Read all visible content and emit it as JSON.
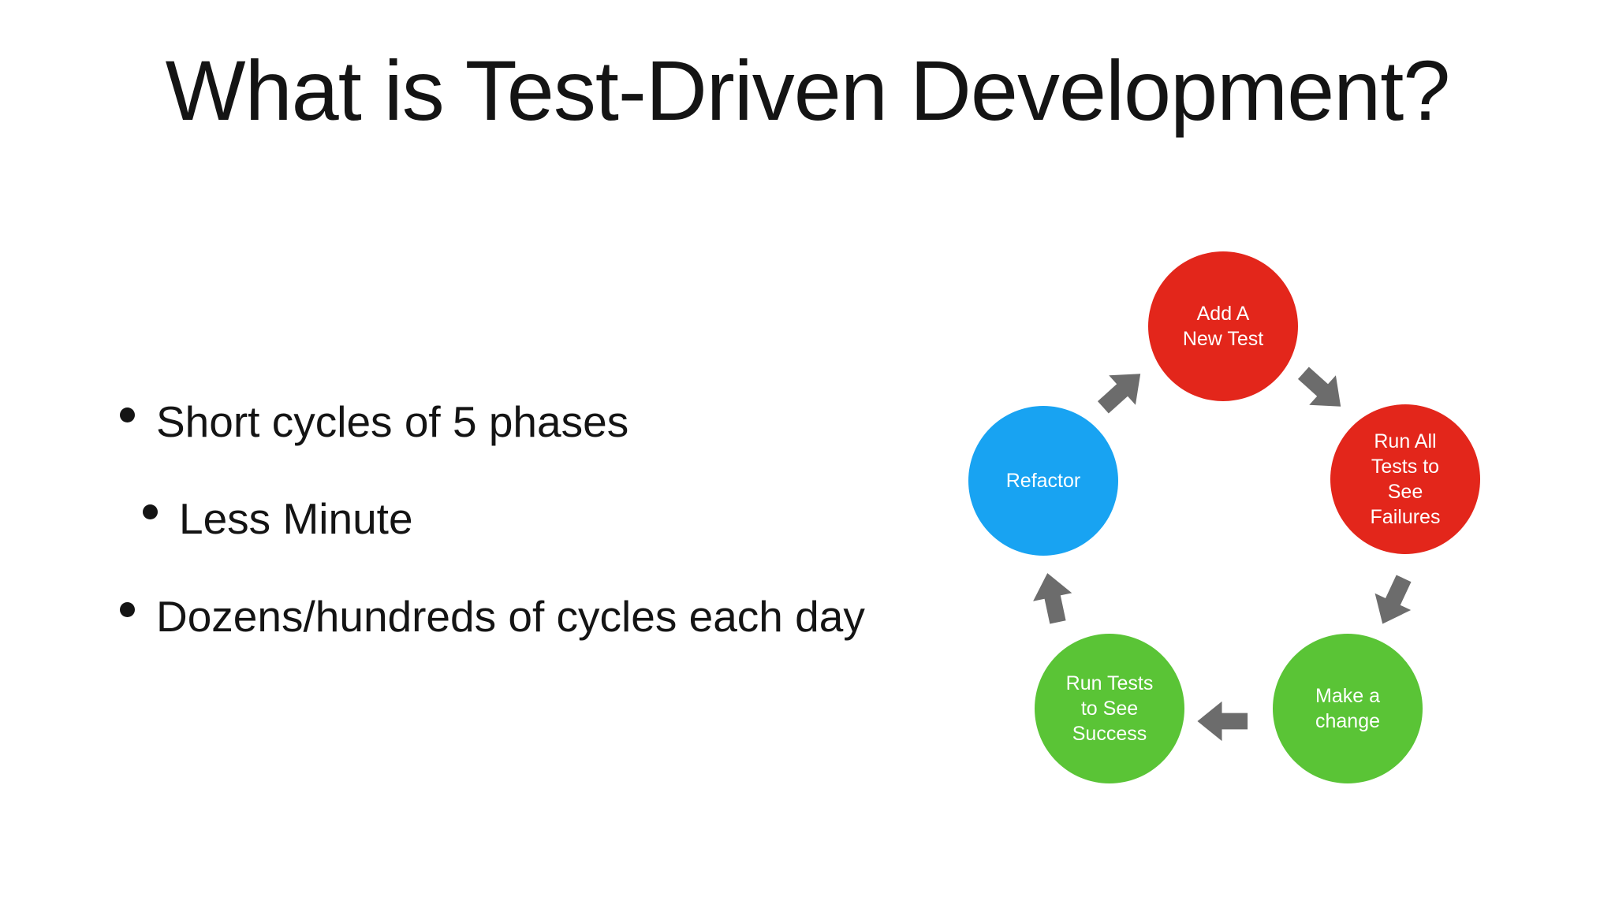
{
  "slide": {
    "title": "What is Test-Driven Development?",
    "bullets": [
      {
        "level": 0,
        "text": "Short cycles of 5 phases"
      },
      {
        "level": 1,
        "text": "Less Minute"
      },
      {
        "level": 0,
        "text": "Dozens/hundreds of cycles each day"
      }
    ]
  },
  "diagram": {
    "arrow_color": "#6c6c6c",
    "node_text_color": "#ffffff",
    "nodes": [
      {
        "id": "add-a-new-test",
        "label": "Add A\nNew Test",
        "color": "#e3261b"
      },
      {
        "id": "run-all-tests-to-see-failures",
        "label": "Run All\nTests to\nSee\nFailures",
        "color": "#e3261b"
      },
      {
        "id": "make-a-change",
        "label": "Make a\nchange",
        "color": "#5ac436"
      },
      {
        "id": "run-tests-to-see-success",
        "label": "Run Tests\nto See\nSuccess",
        "color": "#5ac436"
      },
      {
        "id": "refactor",
        "label": "Refactor",
        "color": "#18a3f2"
      }
    ]
  }
}
